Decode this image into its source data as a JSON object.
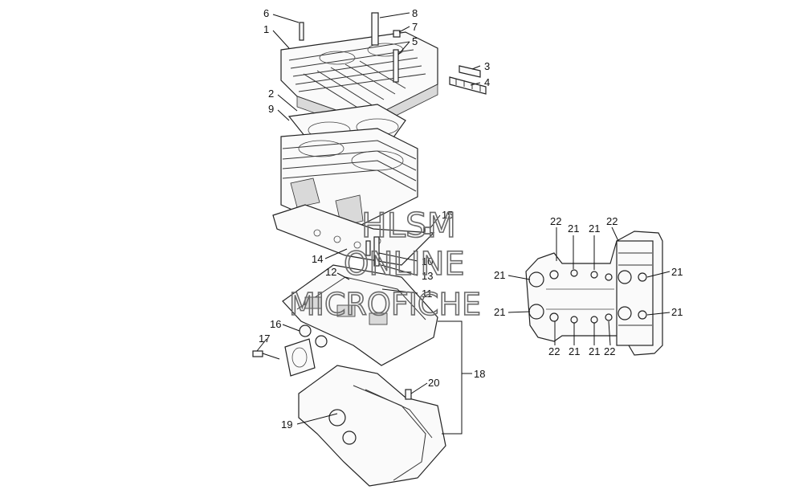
{
  "callouts": [
    "1",
    "2",
    "3",
    "4",
    "5",
    "6",
    "7",
    "8",
    "9",
    "10",
    "11",
    "12",
    "13",
    "14",
    "15",
    "16",
    "17",
    "18",
    "19",
    "20",
    "21",
    "22"
  ],
  "watermark": {
    "line1": "HLSM",
    "line2": "ONLINE",
    "line3": "MICROFICHE"
  },
  "colors": {
    "line": "#111111",
    "background": "#ffffff",
    "watermark": "#6a6a6a"
  }
}
